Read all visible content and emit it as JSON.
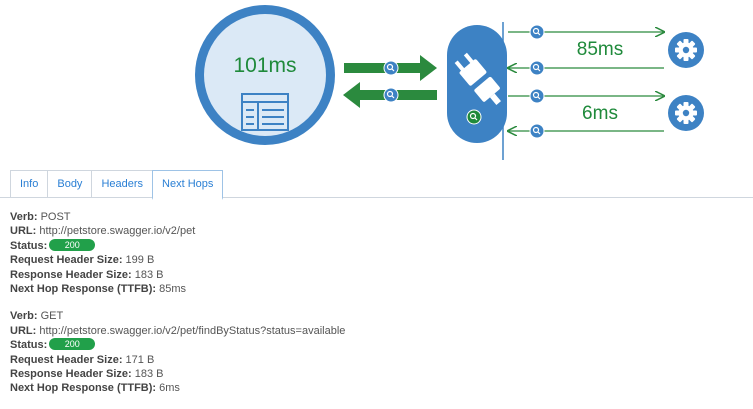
{
  "diagram": {
    "total_time": "101ms",
    "hops": [
      {
        "time": "85ms"
      },
      {
        "time": "6ms"
      }
    ],
    "colors": {
      "blue": "#3d82c4",
      "light_blue": "#dbe9f6",
      "green": "#1f8a3b",
      "arrow_green": "#2b8a3e"
    }
  },
  "tabs": [
    {
      "label": "Info",
      "active": false
    },
    {
      "label": "Body",
      "active": false
    },
    {
      "label": "Headers",
      "active": false
    },
    {
      "label": "Next Hops",
      "active": true
    }
  ],
  "hops": [
    {
      "verb_label": "Verb:",
      "verb": "POST",
      "url_label": "URL:",
      "url": "http://petstore.swagger.io/v2/pet",
      "status_label": "Status:",
      "status": "200",
      "req_label": "Request Header Size:",
      "req": "199 B",
      "resp_label": "Response Header Size:",
      "resp": "183 B",
      "ttfb_label": "Next Hop Response (TTFB):",
      "ttfb": "85ms"
    },
    {
      "verb_label": "Verb:",
      "verb": "GET",
      "url_label": "URL:",
      "url": "http://petstore.swagger.io/v2/pet/findByStatus?status=available",
      "status_label": "Status:",
      "status": "200",
      "req_label": "Request Header Size:",
      "req": "171 B",
      "resp_label": "Response Header Size:",
      "resp": "183 B",
      "ttfb_label": "Next Hop Response (TTFB):",
      "ttfb": "6ms"
    }
  ]
}
